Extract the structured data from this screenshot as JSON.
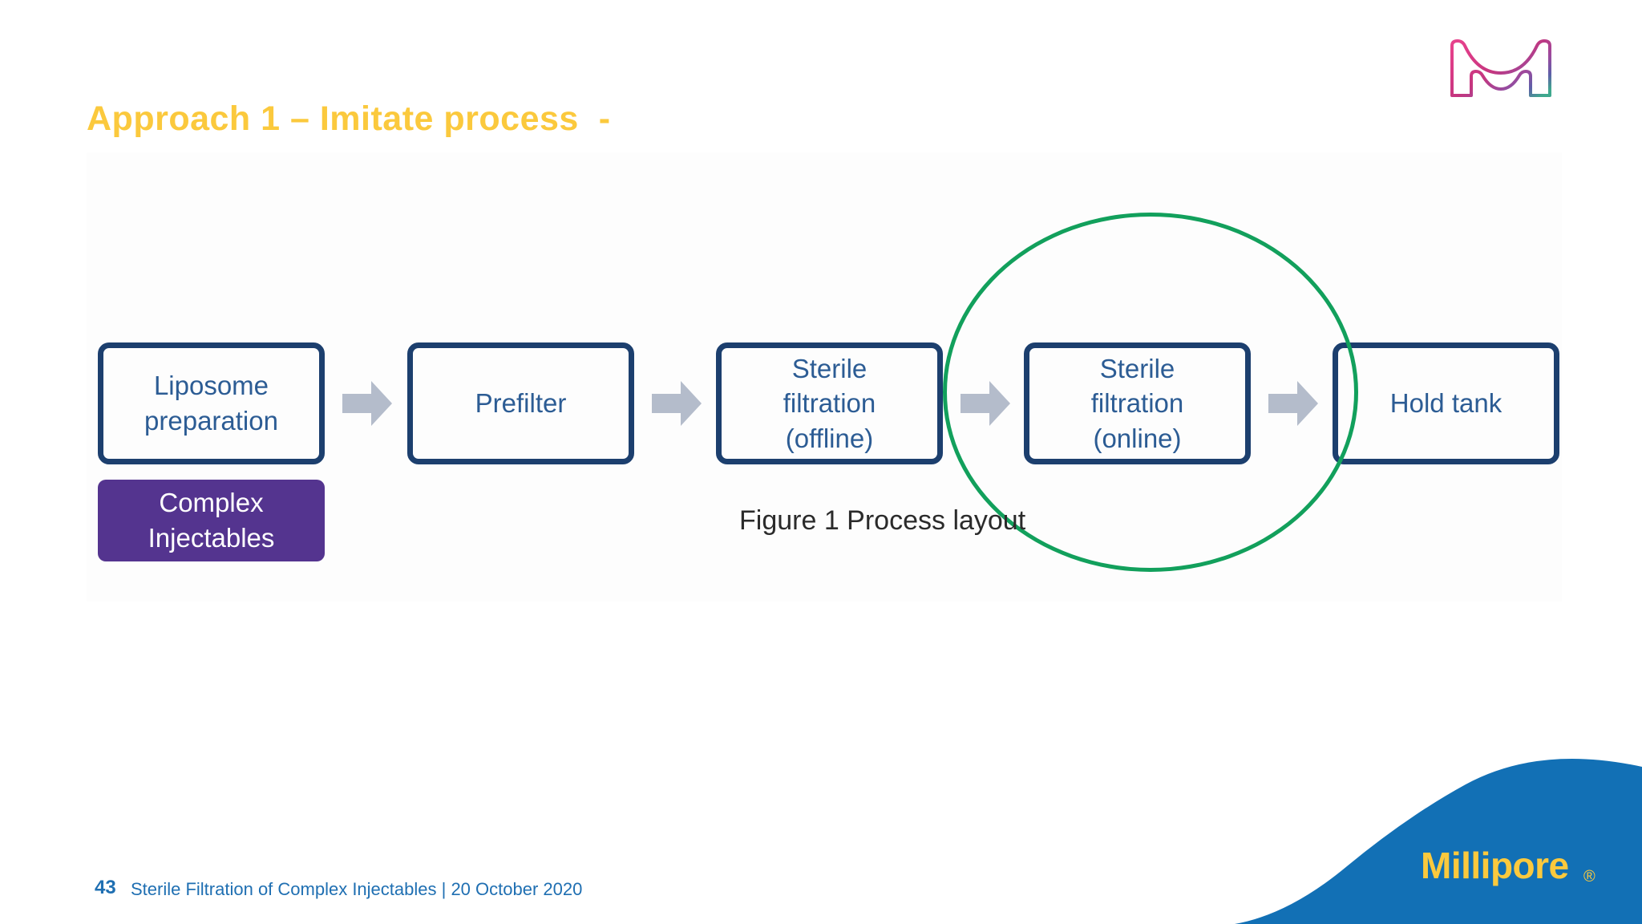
{
  "slide": {
    "title": "Approach 1 – Imitate process  -",
    "title_color": "#FBC93D",
    "background": "#ffffff"
  },
  "brand": {
    "merck_logo_name": "merck-m-logo",
    "millipore_wordmark": "Millipore",
    "millipore_registered": "®",
    "millipore_blue": "#1270B5",
    "millipore_yellow": "#FBC93D"
  },
  "diagram": {
    "caption": "Figure 1 Process layout",
    "box_border_color": "#1C3F6E",
    "box_text_color": "#2C5C94",
    "arrow_color": "#B4BCCB",
    "highlight_color": "#12A05C",
    "boxes": [
      {
        "id": "liposome",
        "label": "Liposome\npreparation"
      },
      {
        "id": "prefilter",
        "label": "Prefilter"
      },
      {
        "id": "sterile-offline",
        "label": "Sterile\nfiltration\n(offline)"
      },
      {
        "id": "sterile-online",
        "label": "Sterile\nfiltration\n(online)"
      },
      {
        "id": "holdtank",
        "label": "Hold tank"
      }
    ],
    "arrows": [
      {
        "id": "arrow-1",
        "from": "liposome",
        "to": "prefilter"
      },
      {
        "id": "arrow-2",
        "from": "prefilter",
        "to": "sterile-offline"
      },
      {
        "id": "arrow-3",
        "from": "sterile-offline",
        "to": "sterile-online"
      },
      {
        "id": "arrow-4",
        "from": "sterile-online",
        "to": "holdtank"
      }
    ],
    "highlight": {
      "target": "sterile-online",
      "shape": "ellipse"
    }
  },
  "badge": {
    "label": "Complex\nInjectables",
    "background": "#54348F",
    "text_color": "#ffffff"
  },
  "footer": {
    "page_number": "43",
    "text": "Sterile Filtration of Complex Injectables | 20 October 2020",
    "color": "#1F6FB2"
  }
}
